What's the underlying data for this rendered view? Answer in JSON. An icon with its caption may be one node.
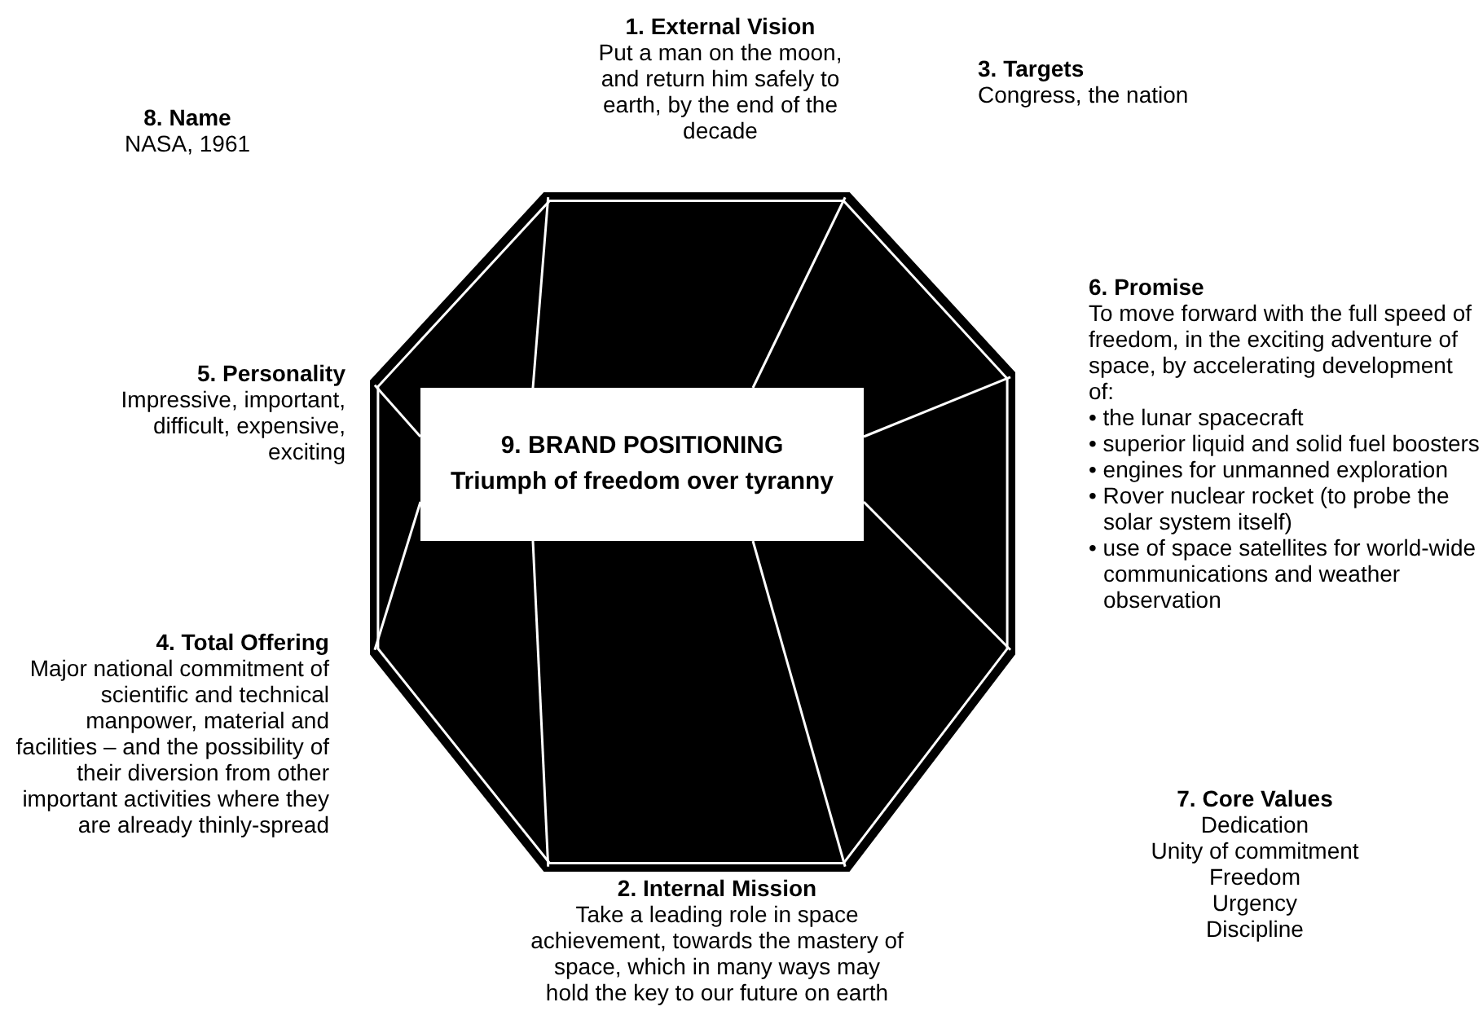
{
  "diagram": {
    "nodes": [
      {
        "text": [],
        "shape": "octagon"
      },
      {
        "text": [
          "9. BRAND POSITIONING",
          "Triumph of freedom over tyranny"
        ],
        "in": 0
      }
    ],
    "labels": [
      "1. External Vision",
      "Put a man on the moon, and return him safely to earth, by the end of the decade",
      "3. Targets",
      "Congress, the nation",
      "8. Name",
      "NASA, 1961",
      "6. Promise",
      "To move forward with the full speed of freedom, in the exciting adventure of space, by accelerating development of:",
      "• the lunar spacecraft",
      "• superior liquid and solid fuel boosters",
      "• engines for unmanned exploration",
      "• Rover nuclear rocket (to probe the solar system itself)",
      "• use of space satellites for world-wide communications and weather observation",
      "5. Personality",
      "Impressive, important, difficult, expensive, exciting",
      "4. Total Offering",
      "Major national commitment of scientific and technical manpower, material and facilities – and the possibility of their diversion from other important activities where they are already thinly-spread",
      "2. Internal Mission",
      "Take a leading role in space achievement, towards the mastery of space, which in many ways may hold the key to our future on earth",
      "7. Core Values",
      "Dedication",
      "Unity of commitment",
      "Freedom",
      "Urgency",
      "Discipline"
    ]
  }
}
